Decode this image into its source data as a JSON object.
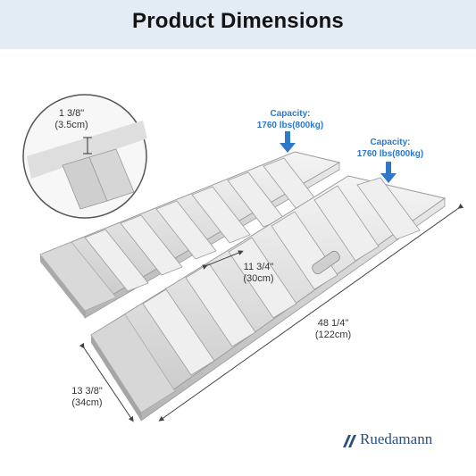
{
  "header": {
    "title": "Product Dimensions"
  },
  "detail": {
    "label": "1 3/8\"",
    "sublabel": "(3.5cm)"
  },
  "ramp_back": {
    "capacity_label": "Capacity:",
    "capacity_value": "1760 lbs(800kg)"
  },
  "ramp_front": {
    "capacity_label": "Capacity:",
    "capacity_value": "1760 lbs(800kg)"
  },
  "dimensions": {
    "rung_spacing": {
      "label": "11 3/4\"",
      "sublabel": "(30cm)"
    },
    "length": {
      "label": "48 1/4\"",
      "sublabel": "(122cm)"
    },
    "width": {
      "label": "13 3/8\"",
      "sublabel": "(34cm)"
    }
  },
  "brand": {
    "name": "Ruedamann",
    "icon": "slash-logo-icon"
  },
  "colors": {
    "header_bg": "#e3ebf5",
    "capacity_text": "#2f78c7",
    "arrow": "#2f78c7",
    "brand": "#2a4f80"
  }
}
